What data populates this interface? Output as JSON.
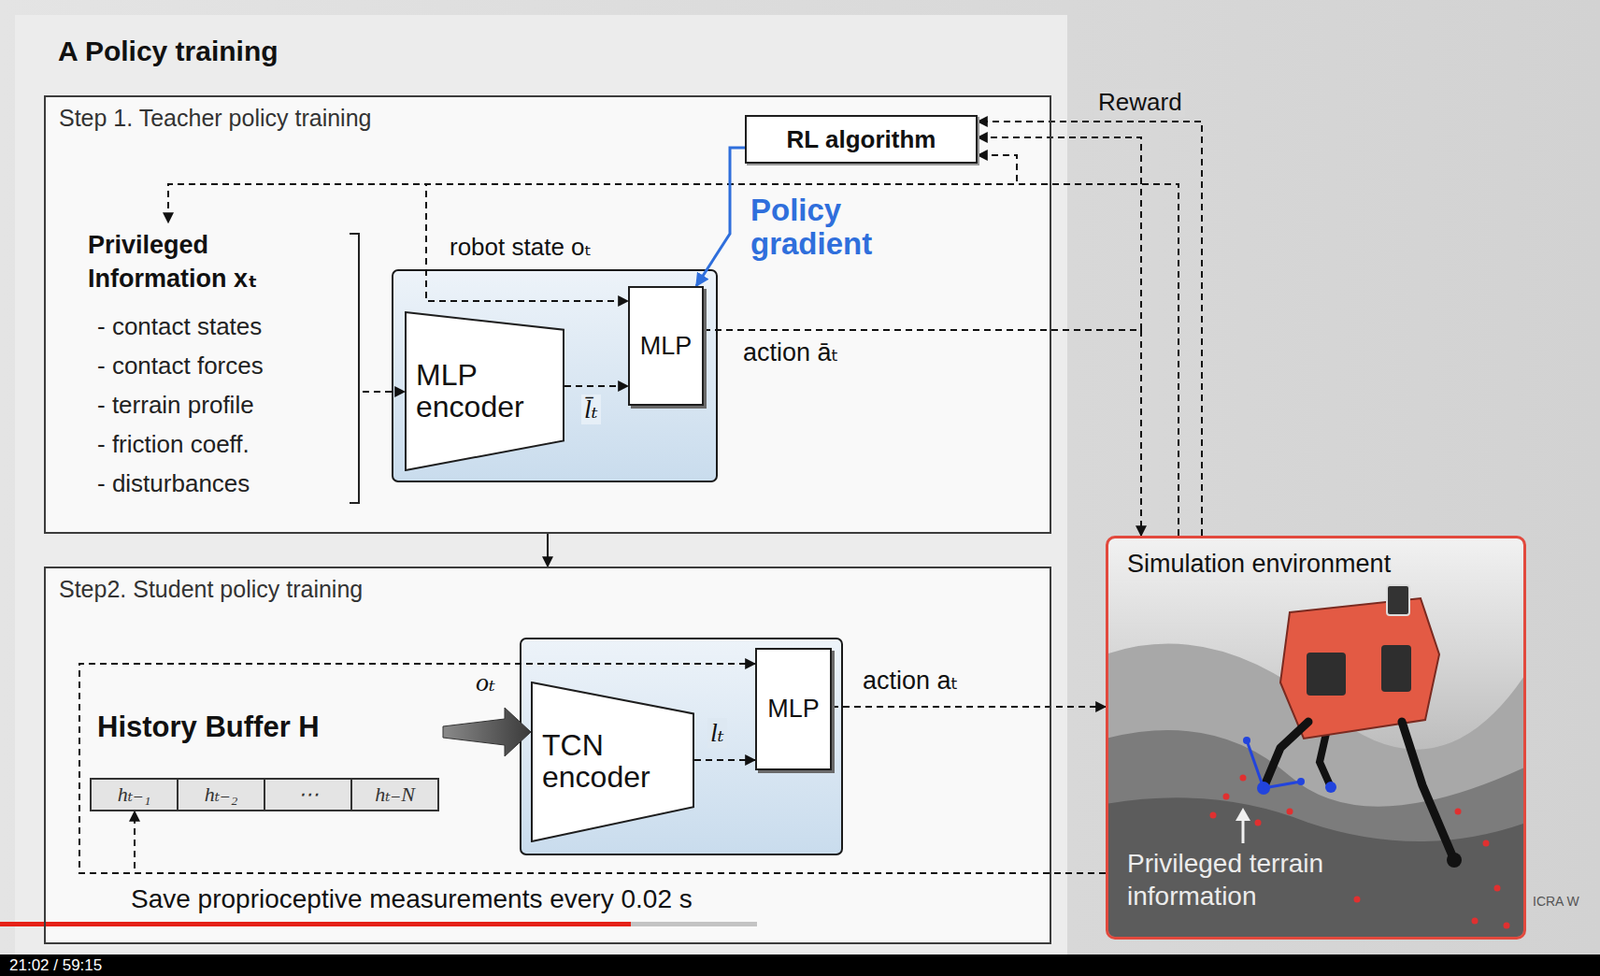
{
  "diagram": {
    "nodes": [
      {
        "text": [
          "A Policy training"
        ]
      },
      {
        "text": [
          "Step 1. Teacher policy training"
        ],
        "in": 0
      },
      {
        "text": [
          "RL algorithm"
        ],
        "in": 1
      },
      {
        "text": [
          "Privileged Information xₜ",
          "- contact states",
          "- contact forces",
          "- terrain profile",
          "- friction coeff.",
          "- disturbances"
        ],
        "in": 1
      },
      {
        "text": [
          "MLP encoder"
        ],
        "in": 1
      },
      {
        "text": [
          "MLP"
        ],
        "in": 1
      },
      {
        "text": [
          "Step2. Student policy training"
        ],
        "in": 0
      },
      {
        "text": [
          "History Buffer H"
        ],
        "in": 6
      },
      {
        "text": [
          "hₜ₋₁"
        ],
        "in": 7
      },
      {
        "text": [
          "hₜ₋₂"
        ],
        "in": 7
      },
      {
        "text": [
          "⋯"
        ],
        "in": 7
      },
      {
        "text": [
          "hₜ₋N"
        ],
        "in": 7
      },
      {
        "text": [
          "TCN encoder"
        ],
        "in": 6
      },
      {
        "text": [
          "MLP"
        ],
        "in": 6
      },
      {
        "text": [
          "Simulation environment",
          "Privileged terrain information"
        ]
      }
    ],
    "edges": [
      {
        "from": 14,
        "to": 2,
        "label": "Reward",
        "arrow": "to"
      },
      {
        "from": 14,
        "to": 2,
        "arrow": "to"
      },
      {
        "from": 14,
        "to": 3,
        "arrow": "to"
      },
      {
        "from": 14,
        "to": 5,
        "label": "robot state oₜ",
        "arrow": "to"
      },
      {
        "from": 5,
        "to": 14,
        "label": "action āₜ",
        "arrow": "to"
      },
      {
        "from": 5,
        "to": 2,
        "arrow": "to"
      },
      {
        "from": 2,
        "to": 5,
        "label": "Policy gradient",
        "arrow": "to"
      },
      {
        "from": 3,
        "to": 4,
        "arrow": "to"
      },
      {
        "from": 4,
        "to": 5,
        "label": "l̄ₜ",
        "arrow": "to"
      },
      {
        "from": 1,
        "to": 6,
        "arrow": "to"
      },
      {
        "from": 7,
        "to": 12,
        "arrow": "to"
      },
      {
        "from": 14,
        "to": 13,
        "label": "oₜ",
        "arrow": "to"
      },
      {
        "from": 14,
        "to": 8,
        "arrow": "to"
      },
      {
        "from": 12,
        "to": 13,
        "label": "lₜ",
        "arrow": "to"
      },
      {
        "from": 13,
        "to": 14,
        "label": "action aₜ",
        "arrow": "to"
      }
    ],
    "labels": [
      "Save proprioceptive measurements every 0.02 s",
      "ICRA W",
      "21:02 / 59:15"
    ]
  }
}
